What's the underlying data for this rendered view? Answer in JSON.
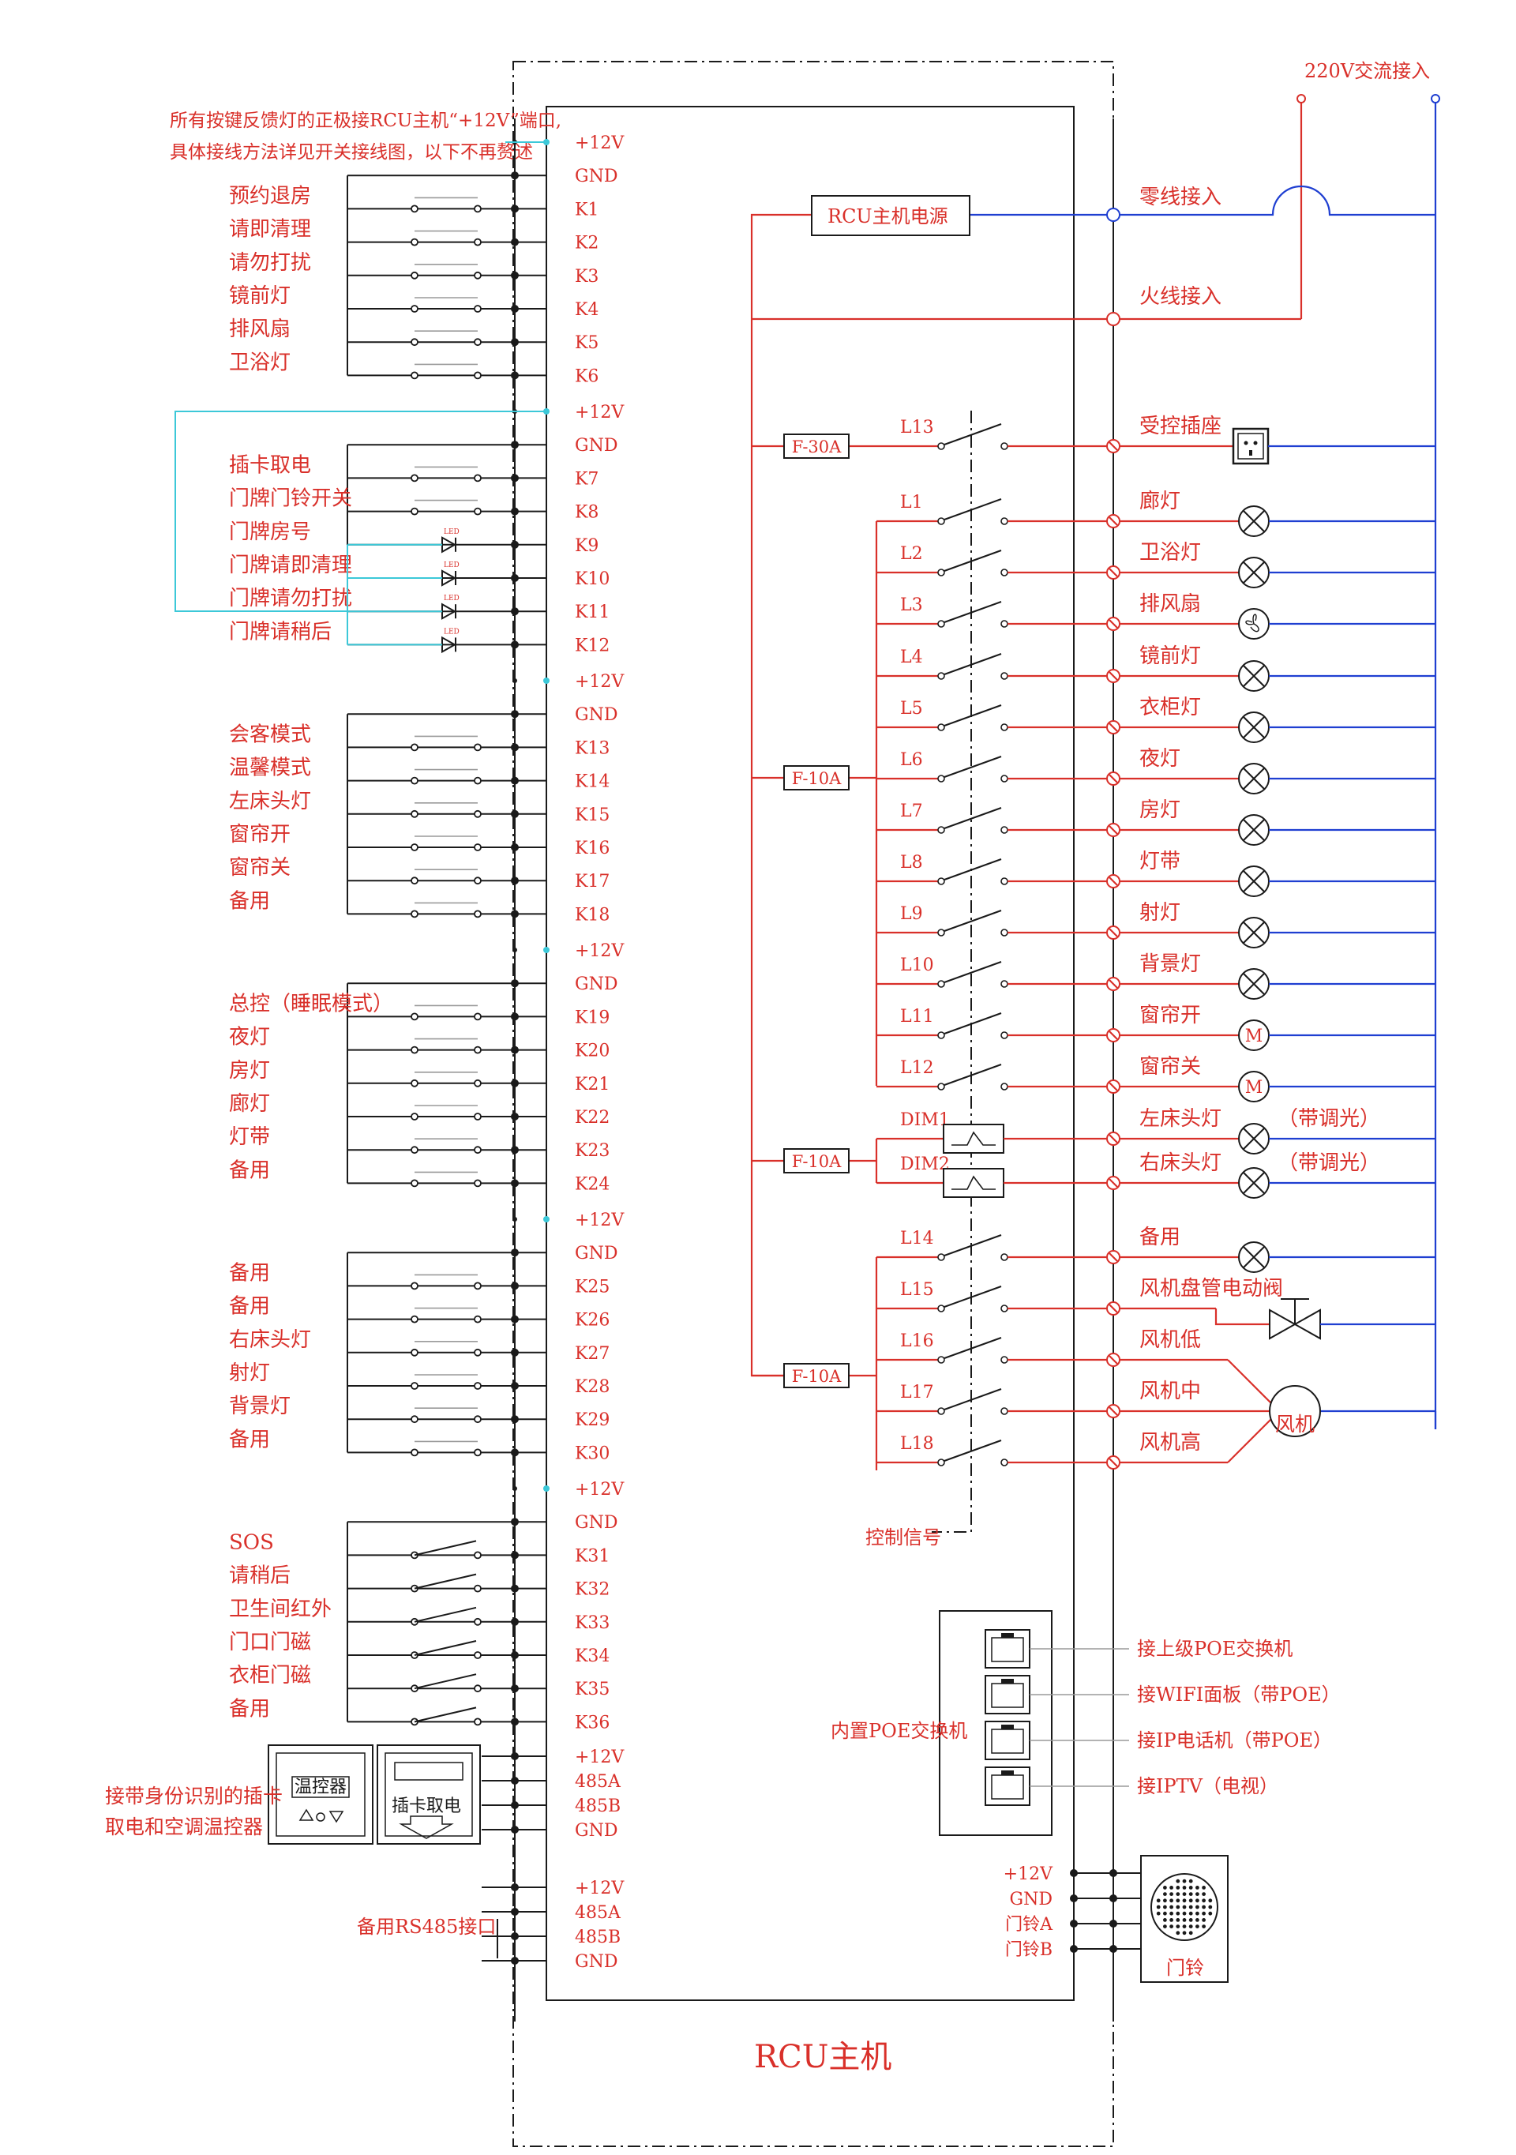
{
  "top_note": {
    "line1": "所有按键反馈灯的正极接RCU主机“+12V”端口,",
    "line2": "具体接线方法详见开关接线图，以下不再赘述"
  },
  "ac_input": "220V交流接入",
  "host_title": "RCU主机",
  "power_box": "RCU主机电源",
  "neutral": "零线接入",
  "live": "火线接入",
  "control_signal": "控制信号",
  "led_tag": "LED",
  "left_groups": [
    {
      "ports": [
        "+12V",
        "GND",
        "K1",
        "K2",
        "K3",
        "K4",
        "K5",
        "K6"
      ],
      "labels": [
        "预约退房",
        "请即清理",
        "请勿打扰",
        "镜前灯",
        "排风扇",
        "卫浴灯"
      ]
    },
    {
      "ports": [
        "+12V",
        "GND",
        "K7",
        "K8",
        "K9",
        "K10",
        "K11",
        "K12"
      ],
      "labels": [
        "插卡取电",
        "门牌门铃开关",
        "门牌房号",
        "门牌请即清理",
        "门牌请勿打扰",
        "门牌请稍后"
      ]
    },
    {
      "ports": [
        "+12V",
        "GND",
        "K13",
        "K14",
        "K15",
        "K16",
        "K17",
        "K18"
      ],
      "labels": [
        "会客模式",
        "温馨模式",
        "左床头灯",
        "窗帘开",
        "窗帘关",
        "备用"
      ]
    },
    {
      "ports": [
        "+12V",
        "GND",
        "K19",
        "K20",
        "K21",
        "K22",
        "K23",
        "K24"
      ],
      "labels": [
        "总控（睡眠模式）",
        "夜灯",
        "房灯",
        "廊灯",
        "灯带",
        "备用"
      ]
    },
    {
      "ports": [
        "+12V",
        "GND",
        "K25",
        "K26",
        "K27",
        "K28",
        "K29",
        "K30"
      ],
      "labels": [
        "备用",
        "备用",
        "右床头灯",
        "射灯",
        "背景灯",
        "备用"
      ]
    },
    {
      "ports": [
        "+12V",
        "GND",
        "K31",
        "K32",
        "K33",
        "K34",
        "K35",
        "K36"
      ],
      "labels": [
        "SOS",
        "请稍后",
        "卫生间红外",
        "门口门磁",
        "衣柜门磁",
        "备用"
      ]
    }
  ],
  "rs485_group1": {
    "ports": [
      "+12V",
      "485A",
      "485B",
      "GND"
    ],
    "label_line1": "接带身份识别的插卡",
    "label_line2": "取电和空调温控器",
    "thermostat": "温控器",
    "card_switch": "插卡取电"
  },
  "rs485_group2": {
    "ports": [
      "+12V",
      "485A",
      "485B",
      "GND"
    ],
    "label": "备用RS485接口"
  },
  "fuses": [
    "F-30A",
    "F-10A",
    "F-10A",
    "F-10A"
  ],
  "outputs": [
    {
      "relay": "L13",
      "load": "受控插座",
      "kind": "socket"
    },
    {
      "relay": "L1",
      "load": "廊灯",
      "kind": "lamp"
    },
    {
      "relay": "L2",
      "load": "卫浴灯",
      "kind": "lamp"
    },
    {
      "relay": "L3",
      "load": "排风扇",
      "kind": "fan"
    },
    {
      "relay": "L4",
      "load": "镜前灯",
      "kind": "lamp"
    },
    {
      "relay": "L5",
      "load": "衣柜灯",
      "kind": "lamp"
    },
    {
      "relay": "L6",
      "load": "夜灯",
      "kind": "lamp"
    },
    {
      "relay": "L7",
      "load": "房灯",
      "kind": "lamp"
    },
    {
      "relay": "L8",
      "load": "灯带",
      "kind": "lamp"
    },
    {
      "relay": "L9",
      "load": "射灯",
      "kind": "lamp"
    },
    {
      "relay": "L10",
      "load": "背景灯",
      "kind": "lamp"
    },
    {
      "relay": "L11",
      "load": "窗帘开",
      "kind": "motor"
    },
    {
      "relay": "L12",
      "load": "窗帘关",
      "kind": "motor"
    },
    {
      "relay": "DIM1",
      "load": "左床头灯",
      "kind": "dimmer",
      "note": "（带调光）"
    },
    {
      "relay": "DIM2",
      "load": "右床头灯",
      "kind": "dimmer",
      "note": "（带调光）"
    },
    {
      "relay": "L14",
      "load": "备用",
      "kind": "lamp"
    },
    {
      "relay": "L15",
      "load": "风机盘管电动阀",
      "kind": "valve"
    },
    {
      "relay": "L16",
      "load": "风机低",
      "kind": "fanspeed"
    },
    {
      "relay": "L17",
      "load": "风机中",
      "kind": "fanspeed"
    },
    {
      "relay": "L18",
      "load": "风机高",
      "kind": "fanspeed"
    }
  ],
  "motor_symbol": "M",
  "fan_motor": "风机",
  "poe": {
    "title": "内置POE交换机",
    "ports": [
      "接上级POE交换机",
      "接WIFI面板（带POE）",
      "接IP电话机（带POE）",
      "接IPTV（电视）"
    ]
  },
  "doorbell": {
    "ports": [
      "+12V",
      "GND",
      "门铃A",
      "门铃B"
    ],
    "label": "门铃"
  }
}
